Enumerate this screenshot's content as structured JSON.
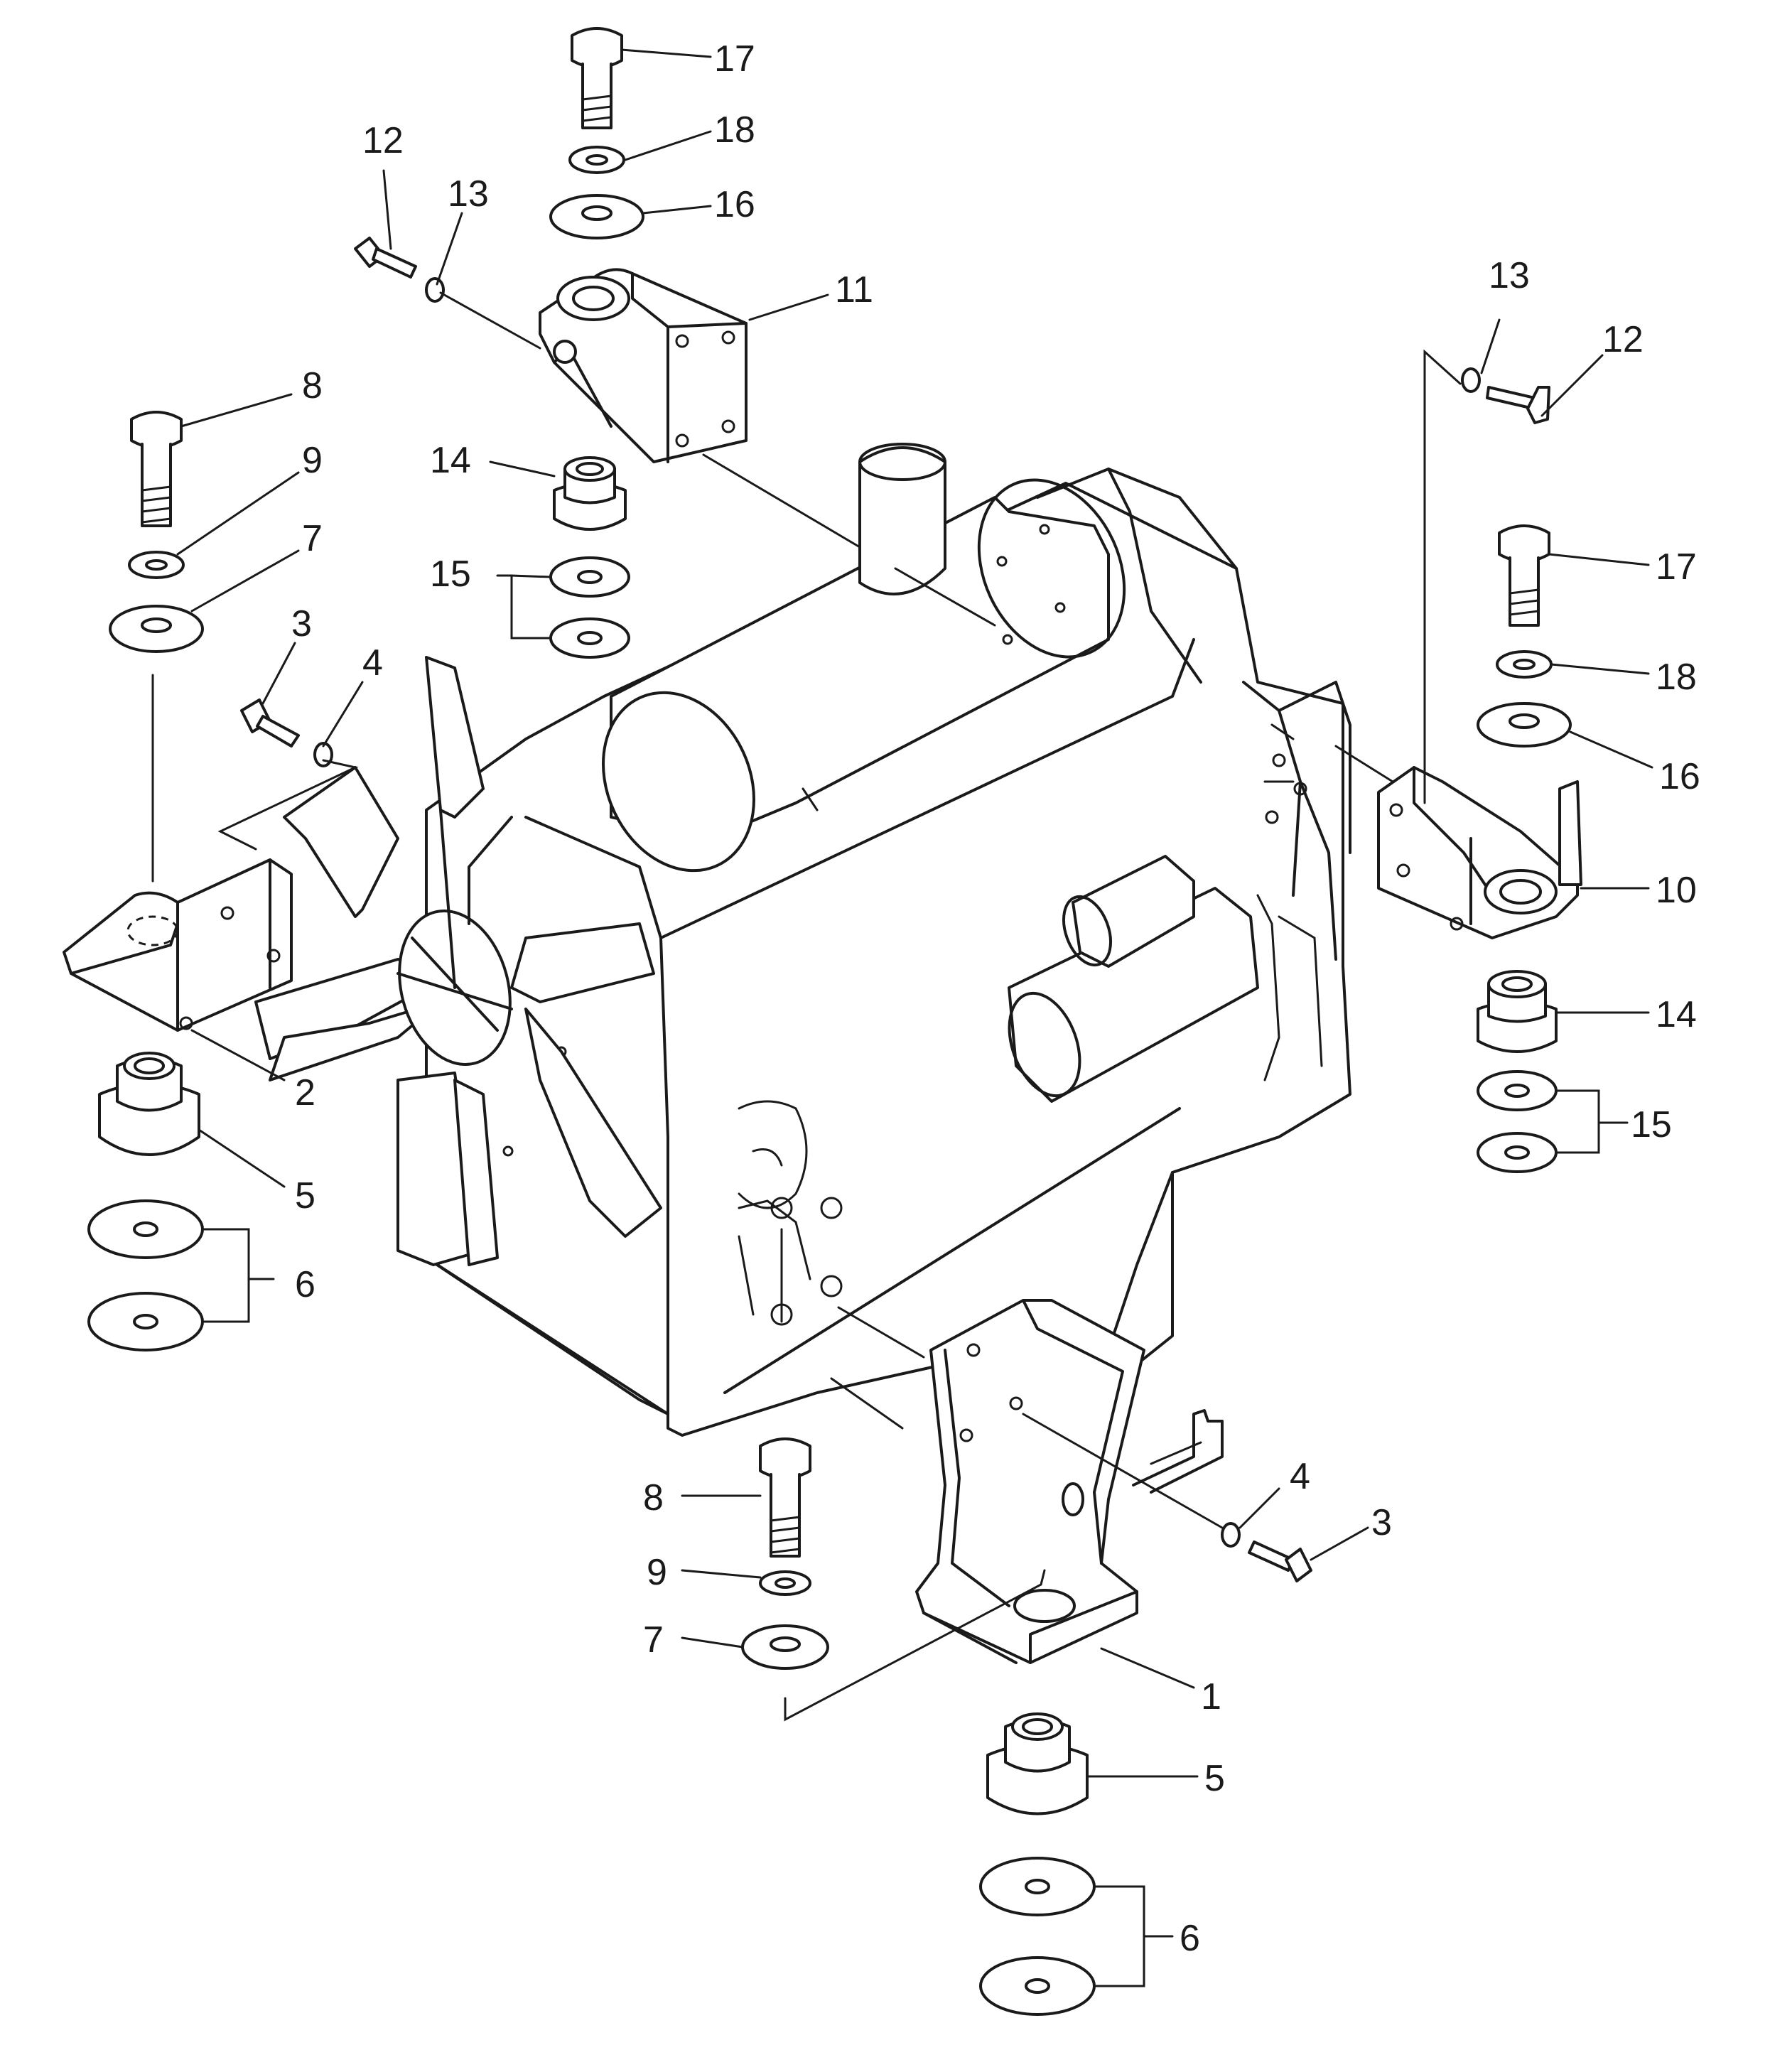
{
  "callouts": [
    {
      "id": "c17a",
      "text": "17"
    },
    {
      "id": "c18a",
      "text": "18"
    },
    {
      "id": "c16a",
      "text": "16"
    },
    {
      "id": "c12a",
      "text": "12"
    },
    {
      "id": "c13a",
      "text": "13"
    },
    {
      "id": "c11",
      "text": "11"
    },
    {
      "id": "c14a",
      "text": "14"
    },
    {
      "id": "c15a",
      "text": "15"
    },
    {
      "id": "c8a",
      "text": "8"
    },
    {
      "id": "c9a",
      "text": "9"
    },
    {
      "id": "c7a",
      "text": "7"
    },
    {
      "id": "c3a",
      "text": "3"
    },
    {
      "id": "c4a",
      "text": "4"
    },
    {
      "id": "c2",
      "text": "2"
    },
    {
      "id": "c5a",
      "text": "5"
    },
    {
      "id": "c6a",
      "text": "6"
    },
    {
      "id": "c13b",
      "text": "13"
    },
    {
      "id": "c12b",
      "text": "12"
    },
    {
      "id": "c17b",
      "text": "17"
    },
    {
      "id": "c18b",
      "text": "18"
    },
    {
      "id": "c16b",
      "text": "16"
    },
    {
      "id": "c10",
      "text": "10"
    },
    {
      "id": "c14b",
      "text": "14"
    },
    {
      "id": "c15b",
      "text": "15"
    },
    {
      "id": "c8b",
      "text": "8"
    },
    {
      "id": "c9b",
      "text": "9"
    },
    {
      "id": "c7b",
      "text": "7"
    },
    {
      "id": "c4b",
      "text": "4"
    },
    {
      "id": "c3b",
      "text": "3"
    },
    {
      "id": "c1",
      "text": "1"
    },
    {
      "id": "c5b",
      "text": "5"
    },
    {
      "id": "c6b",
      "text": "6"
    }
  ]
}
